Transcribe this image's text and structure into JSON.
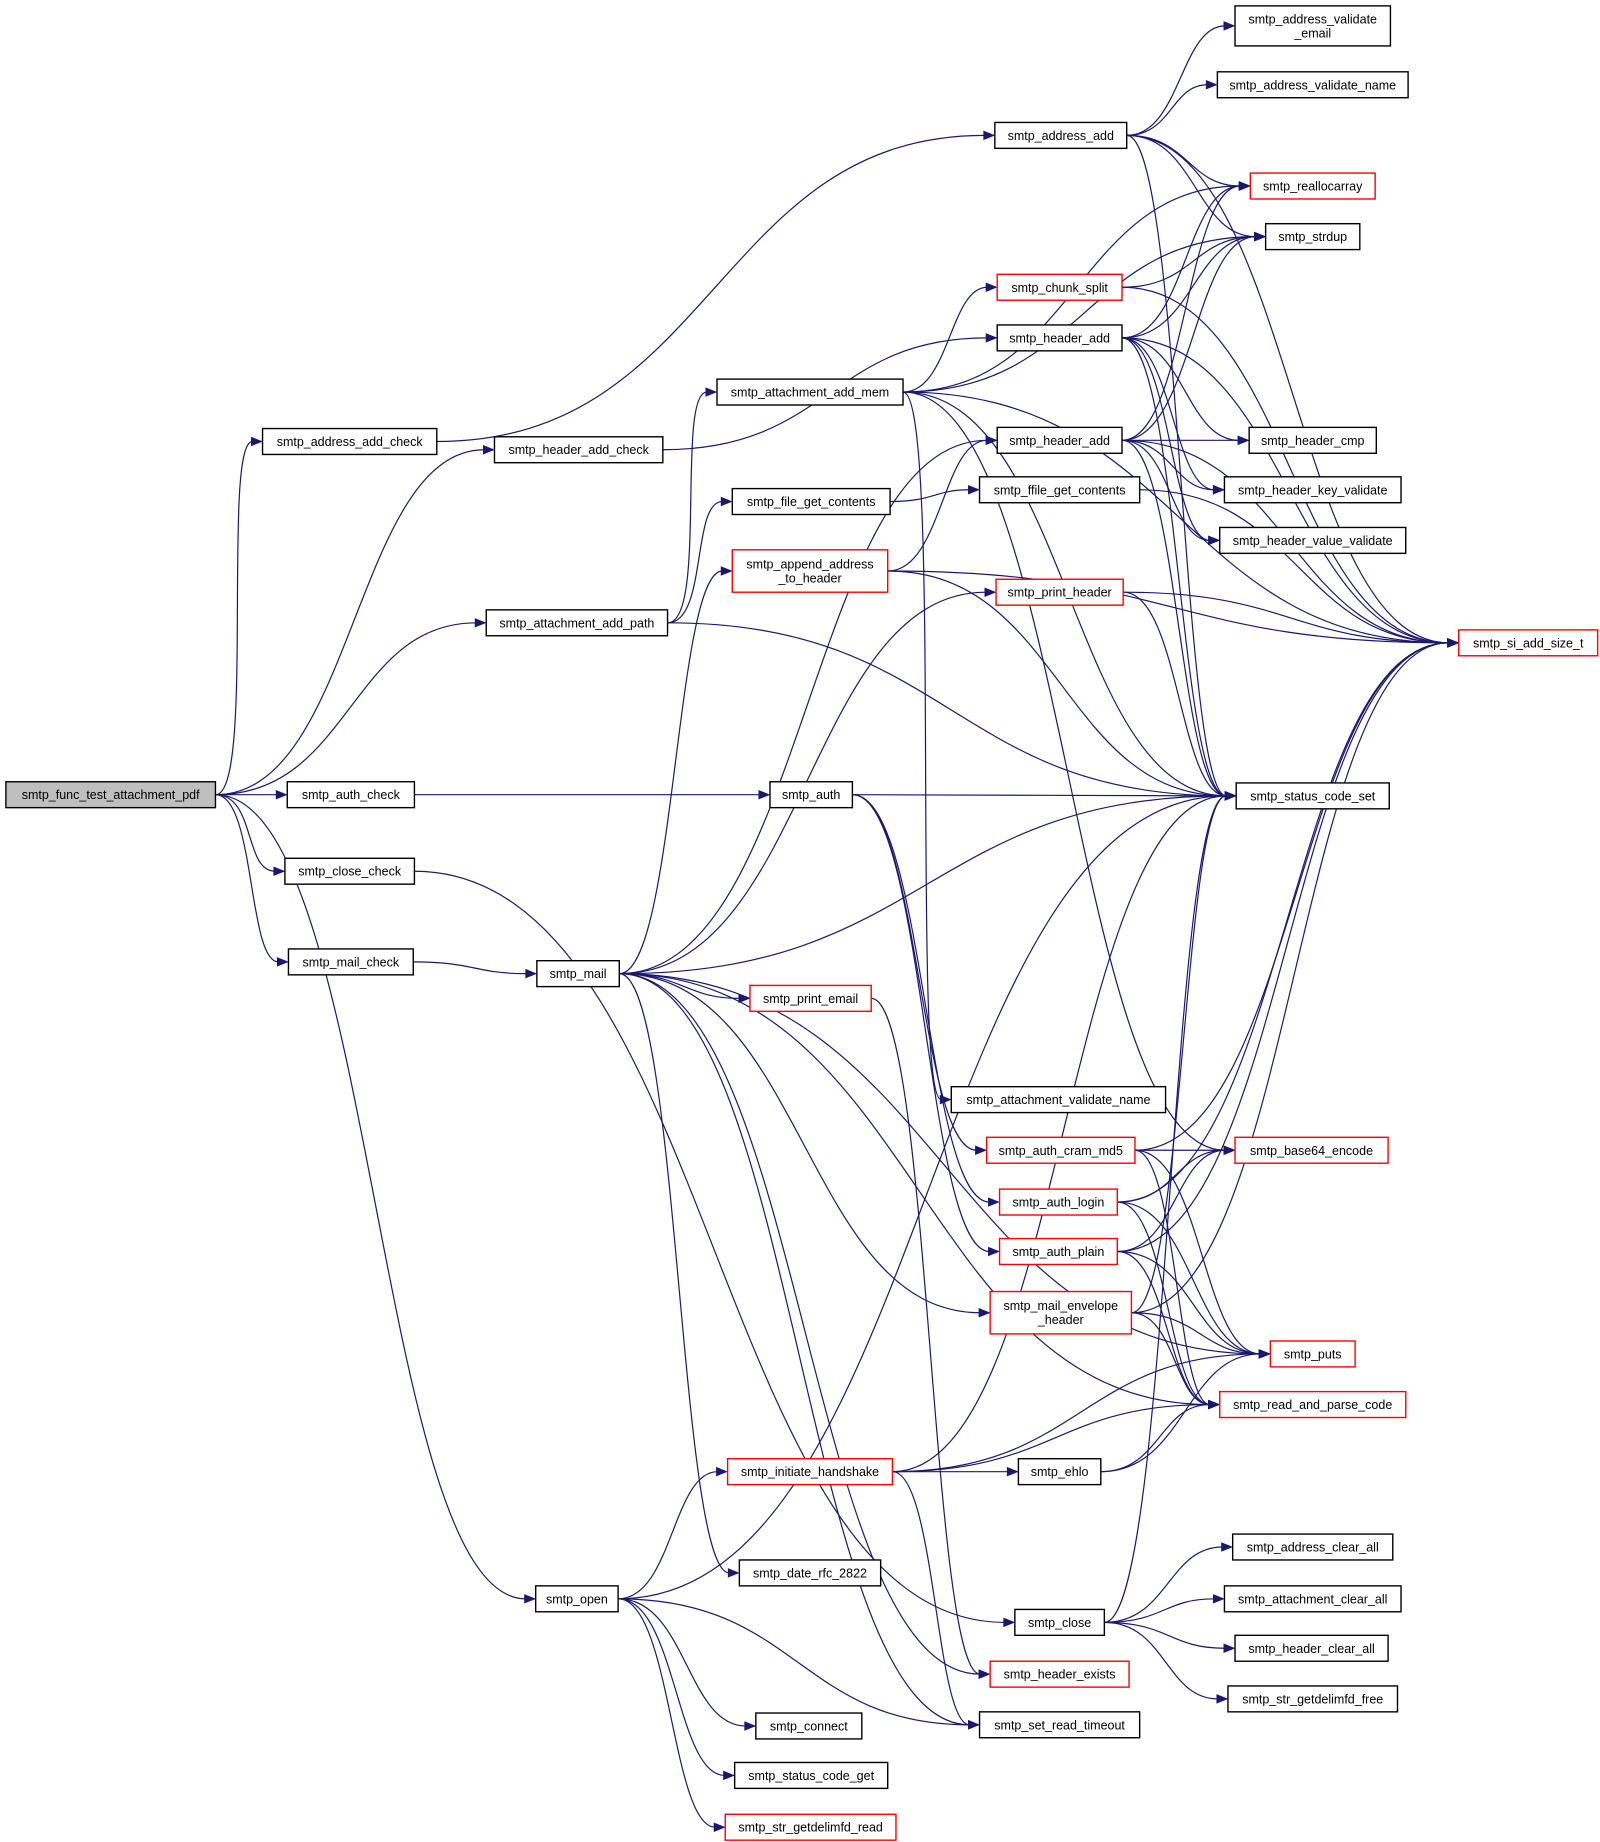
{
  "colors": {
    "edge": "#191970",
    "node_border": "#000000",
    "node_border_truncated": "#ff0000",
    "root_fill": "#bfbfbf",
    "node_fill": "#ffffff"
  },
  "nodes": [
    {
      "id": "root",
      "label": "smtp_func_test_attachment_pdf",
      "root": true
    },
    {
      "id": "address_add_check",
      "label": "smtp_address_add_check"
    },
    {
      "id": "header_add_check",
      "label": "smtp_header_add_check"
    },
    {
      "id": "attachment_add_path",
      "label": "smtp_attachment_add_path"
    },
    {
      "id": "auth_check",
      "label": "smtp_auth_check"
    },
    {
      "id": "close_check",
      "label": "smtp_close_check"
    },
    {
      "id": "mail_check",
      "label": "smtp_mail_check"
    },
    {
      "id": "open",
      "label": "smtp_open"
    },
    {
      "id": "mail",
      "label": "smtp_mail"
    },
    {
      "id": "attachment_add_mem",
      "label": "smtp_attachment_add_mem"
    },
    {
      "id": "file_get_contents",
      "label": "smtp_file_get_contents"
    },
    {
      "id": "append_address",
      "label": "smtp_append_address\n_to_header",
      "truncated": true
    },
    {
      "id": "auth",
      "label": "smtp_auth"
    },
    {
      "id": "print_email",
      "label": "smtp_print_email",
      "truncated": true
    },
    {
      "id": "initiate_handshake",
      "label": "smtp_initiate_handshake",
      "truncated": true
    },
    {
      "id": "date_rfc",
      "label": "smtp_date_rfc_2822"
    },
    {
      "id": "connect",
      "label": "smtp_connect"
    },
    {
      "id": "status_code_get",
      "label": "smtp_status_code_get"
    },
    {
      "id": "str_getdelimfd_read",
      "label": "smtp_str_getdelimfd_read",
      "truncated": true
    },
    {
      "id": "address_add",
      "label": "smtp_address_add"
    },
    {
      "id": "chunk_split",
      "label": "smtp_chunk_split",
      "truncated": true
    },
    {
      "id": "header_add_1",
      "label": "smtp_header_add"
    },
    {
      "id": "header_add_2",
      "label": "smtp_header_add"
    },
    {
      "id": "ffile_get_contents",
      "label": "smtp_ffile_get_contents"
    },
    {
      "id": "print_header",
      "label": "smtp_print_header",
      "truncated": true
    },
    {
      "id": "attachment_validate_name",
      "label": "smtp_attachment_validate_name"
    },
    {
      "id": "auth_cram_md5",
      "label": "smtp_auth_cram_md5",
      "truncated": true
    },
    {
      "id": "auth_login",
      "label": "smtp_auth_login",
      "truncated": true
    },
    {
      "id": "auth_plain",
      "label": "smtp_auth_plain",
      "truncated": true
    },
    {
      "id": "mail_envelope_header",
      "label": "smtp_mail_envelope\n_header",
      "truncated": true
    },
    {
      "id": "ehlo",
      "label": "smtp_ehlo"
    },
    {
      "id": "close",
      "label": "smtp_close"
    },
    {
      "id": "header_exists",
      "label": "smtp_header_exists",
      "truncated": true
    },
    {
      "id": "set_read_timeout",
      "label": "smtp_set_read_timeout"
    },
    {
      "id": "address_validate_email",
      "label": "smtp_address_validate\n_email"
    },
    {
      "id": "address_validate_name",
      "label": "smtp_address_validate_name"
    },
    {
      "id": "reallocarray",
      "label": "smtp_reallocarray",
      "truncated": true
    },
    {
      "id": "strdup",
      "label": "smtp_strdup"
    },
    {
      "id": "header_cmp",
      "label": "smtp_header_cmp"
    },
    {
      "id": "header_key_validate",
      "label": "smtp_header_key_validate"
    },
    {
      "id": "header_value_validate",
      "label": "smtp_header_value_validate"
    },
    {
      "id": "si_add_size_t",
      "label": "smtp_si_add_size_t",
      "truncated": true
    },
    {
      "id": "status_code_set",
      "label": "smtp_status_code_set"
    },
    {
      "id": "base64_encode",
      "label": "smtp_base64_encode",
      "truncated": true
    },
    {
      "id": "puts",
      "label": "smtp_puts",
      "truncated": true
    },
    {
      "id": "read_and_parse_code",
      "label": "smtp_read_and_parse_code",
      "truncated": true
    },
    {
      "id": "address_clear_all",
      "label": "smtp_address_clear_all"
    },
    {
      "id": "attachment_clear_all",
      "label": "smtp_attachment_clear_all"
    },
    {
      "id": "header_clear_all",
      "label": "smtp_header_clear_all"
    },
    {
      "id": "str_getdelimfd_free",
      "label": "smtp_str_getdelimfd_free"
    }
  ],
  "edges": [
    [
      "root",
      "address_add_check"
    ],
    [
      "root",
      "header_add_check"
    ],
    [
      "root",
      "attachment_add_path"
    ],
    [
      "root",
      "auth_check"
    ],
    [
      "root",
      "close_check"
    ],
    [
      "root",
      "mail_check"
    ],
    [
      "root",
      "open"
    ],
    [
      "address_add_check",
      "address_add"
    ],
    [
      "header_add_check",
      "header_add_1"
    ],
    [
      "attachment_add_path",
      "attachment_add_mem"
    ],
    [
      "attachment_add_path",
      "file_get_contents"
    ],
    [
      "attachment_add_path",
      "status_code_set"
    ],
    [
      "auth_check",
      "auth"
    ],
    [
      "close_check",
      "close"
    ],
    [
      "mail_check",
      "mail"
    ],
    [
      "open",
      "initiate_handshake"
    ],
    [
      "open",
      "connect"
    ],
    [
      "open",
      "status_code_get"
    ],
    [
      "open",
      "str_getdelimfd_read"
    ],
    [
      "open",
      "status_code_set"
    ],
    [
      "open",
      "set_read_timeout"
    ],
    [
      "mail",
      "append_address"
    ],
    [
      "mail",
      "print_email"
    ],
    [
      "mail",
      "print_header"
    ],
    [
      "mail",
      "header_add_2"
    ],
    [
      "mail",
      "status_code_set"
    ],
    [
      "mail",
      "header_exists"
    ],
    [
      "mail",
      "date_rfc"
    ],
    [
      "mail",
      "puts"
    ],
    [
      "mail",
      "read_and_parse_code"
    ],
    [
      "mail",
      "mail_envelope_header"
    ],
    [
      "mail",
      "set_read_timeout"
    ],
    [
      "attachment_add_mem",
      "chunk_split"
    ],
    [
      "attachment_add_mem",
      "reallocarray"
    ],
    [
      "attachment_add_mem",
      "strdup"
    ],
    [
      "attachment_add_mem",
      "si_add_size_t"
    ],
    [
      "attachment_add_mem",
      "status_code_set"
    ],
    [
      "attachment_add_mem",
      "attachment_validate_name"
    ],
    [
      "attachment_add_mem",
      "base64_encode"
    ],
    [
      "file_get_contents",
      "ffile_get_contents"
    ],
    [
      "append_address",
      "header_add_2"
    ],
    [
      "append_address",
      "si_add_size_t"
    ],
    [
      "append_address",
      "status_code_set"
    ],
    [
      "auth",
      "status_code_set"
    ],
    [
      "auth",
      "auth_cram_md5"
    ],
    [
      "auth",
      "auth_login"
    ],
    [
      "auth",
      "auth_plain"
    ],
    [
      "print_email",
      "header_exists"
    ],
    [
      "initiate_handshake",
      "ehlo"
    ],
    [
      "initiate_handshake",
      "puts"
    ],
    [
      "initiate_handshake",
      "read_and_parse_code"
    ],
    [
      "initiate_handshake",
      "status_code_set"
    ],
    [
      "initiate_handshake",
      "set_read_timeout"
    ],
    [
      "address_add",
      "address_validate_email"
    ],
    [
      "address_add",
      "address_validate_name"
    ],
    [
      "address_add",
      "reallocarray"
    ],
    [
      "address_add",
      "strdup"
    ],
    [
      "address_add",
      "si_add_size_t"
    ],
    [
      "address_add",
      "status_code_set"
    ],
    [
      "chunk_split",
      "strdup"
    ],
    [
      "chunk_split",
      "si_add_size_t"
    ],
    [
      "header_add_1",
      "reallocarray"
    ],
    [
      "header_add_1",
      "strdup"
    ],
    [
      "header_add_1",
      "header_cmp"
    ],
    [
      "header_add_1",
      "header_key_validate"
    ],
    [
      "header_add_1",
      "header_value_validate"
    ],
    [
      "header_add_1",
      "si_add_size_t"
    ],
    [
      "header_add_1",
      "status_code_set"
    ],
    [
      "header_add_2",
      "reallocarray"
    ],
    [
      "header_add_2",
      "strdup"
    ],
    [
      "header_add_2",
      "header_cmp"
    ],
    [
      "header_add_2",
      "header_key_validate"
    ],
    [
      "header_add_2",
      "header_value_validate"
    ],
    [
      "header_add_2",
      "si_add_size_t"
    ],
    [
      "header_add_2",
      "status_code_set"
    ],
    [
      "ffile_get_contents",
      "si_add_size_t"
    ],
    [
      "print_header",
      "status_code_set"
    ],
    [
      "print_header",
      "si_add_size_t"
    ],
    [
      "auth_cram_md5",
      "base64_encode"
    ],
    [
      "auth_cram_md5",
      "si_add_size_t"
    ],
    [
      "auth_cram_md5",
      "puts"
    ],
    [
      "auth_cram_md5",
      "read_and_parse_code"
    ],
    [
      "auth_login",
      "base64_encode"
    ],
    [
      "auth_login",
      "puts"
    ],
    [
      "auth_login",
      "read_and_parse_code"
    ],
    [
      "auth_login",
      "si_add_size_t"
    ],
    [
      "auth_plain",
      "base64_encode"
    ],
    [
      "auth_plain",
      "puts"
    ],
    [
      "auth_plain",
      "read_and_parse_code"
    ],
    [
      "auth_plain",
      "si_add_size_t"
    ],
    [
      "mail_envelope_header",
      "puts"
    ],
    [
      "mail_envelope_header",
      "read_and_parse_code"
    ],
    [
      "mail_envelope_header",
      "si_add_size_t"
    ],
    [
      "mail_envelope_header",
      "status_code_set"
    ],
    [
      "ehlo",
      "puts"
    ],
    [
      "ehlo",
      "read_and_parse_code"
    ],
    [
      "close",
      "address_clear_all"
    ],
    [
      "close",
      "attachment_clear_all"
    ],
    [
      "close",
      "header_clear_all"
    ],
    [
      "close",
      "str_getdelimfd_free"
    ],
    [
      "close",
      "status_code_set"
    ]
  ]
}
